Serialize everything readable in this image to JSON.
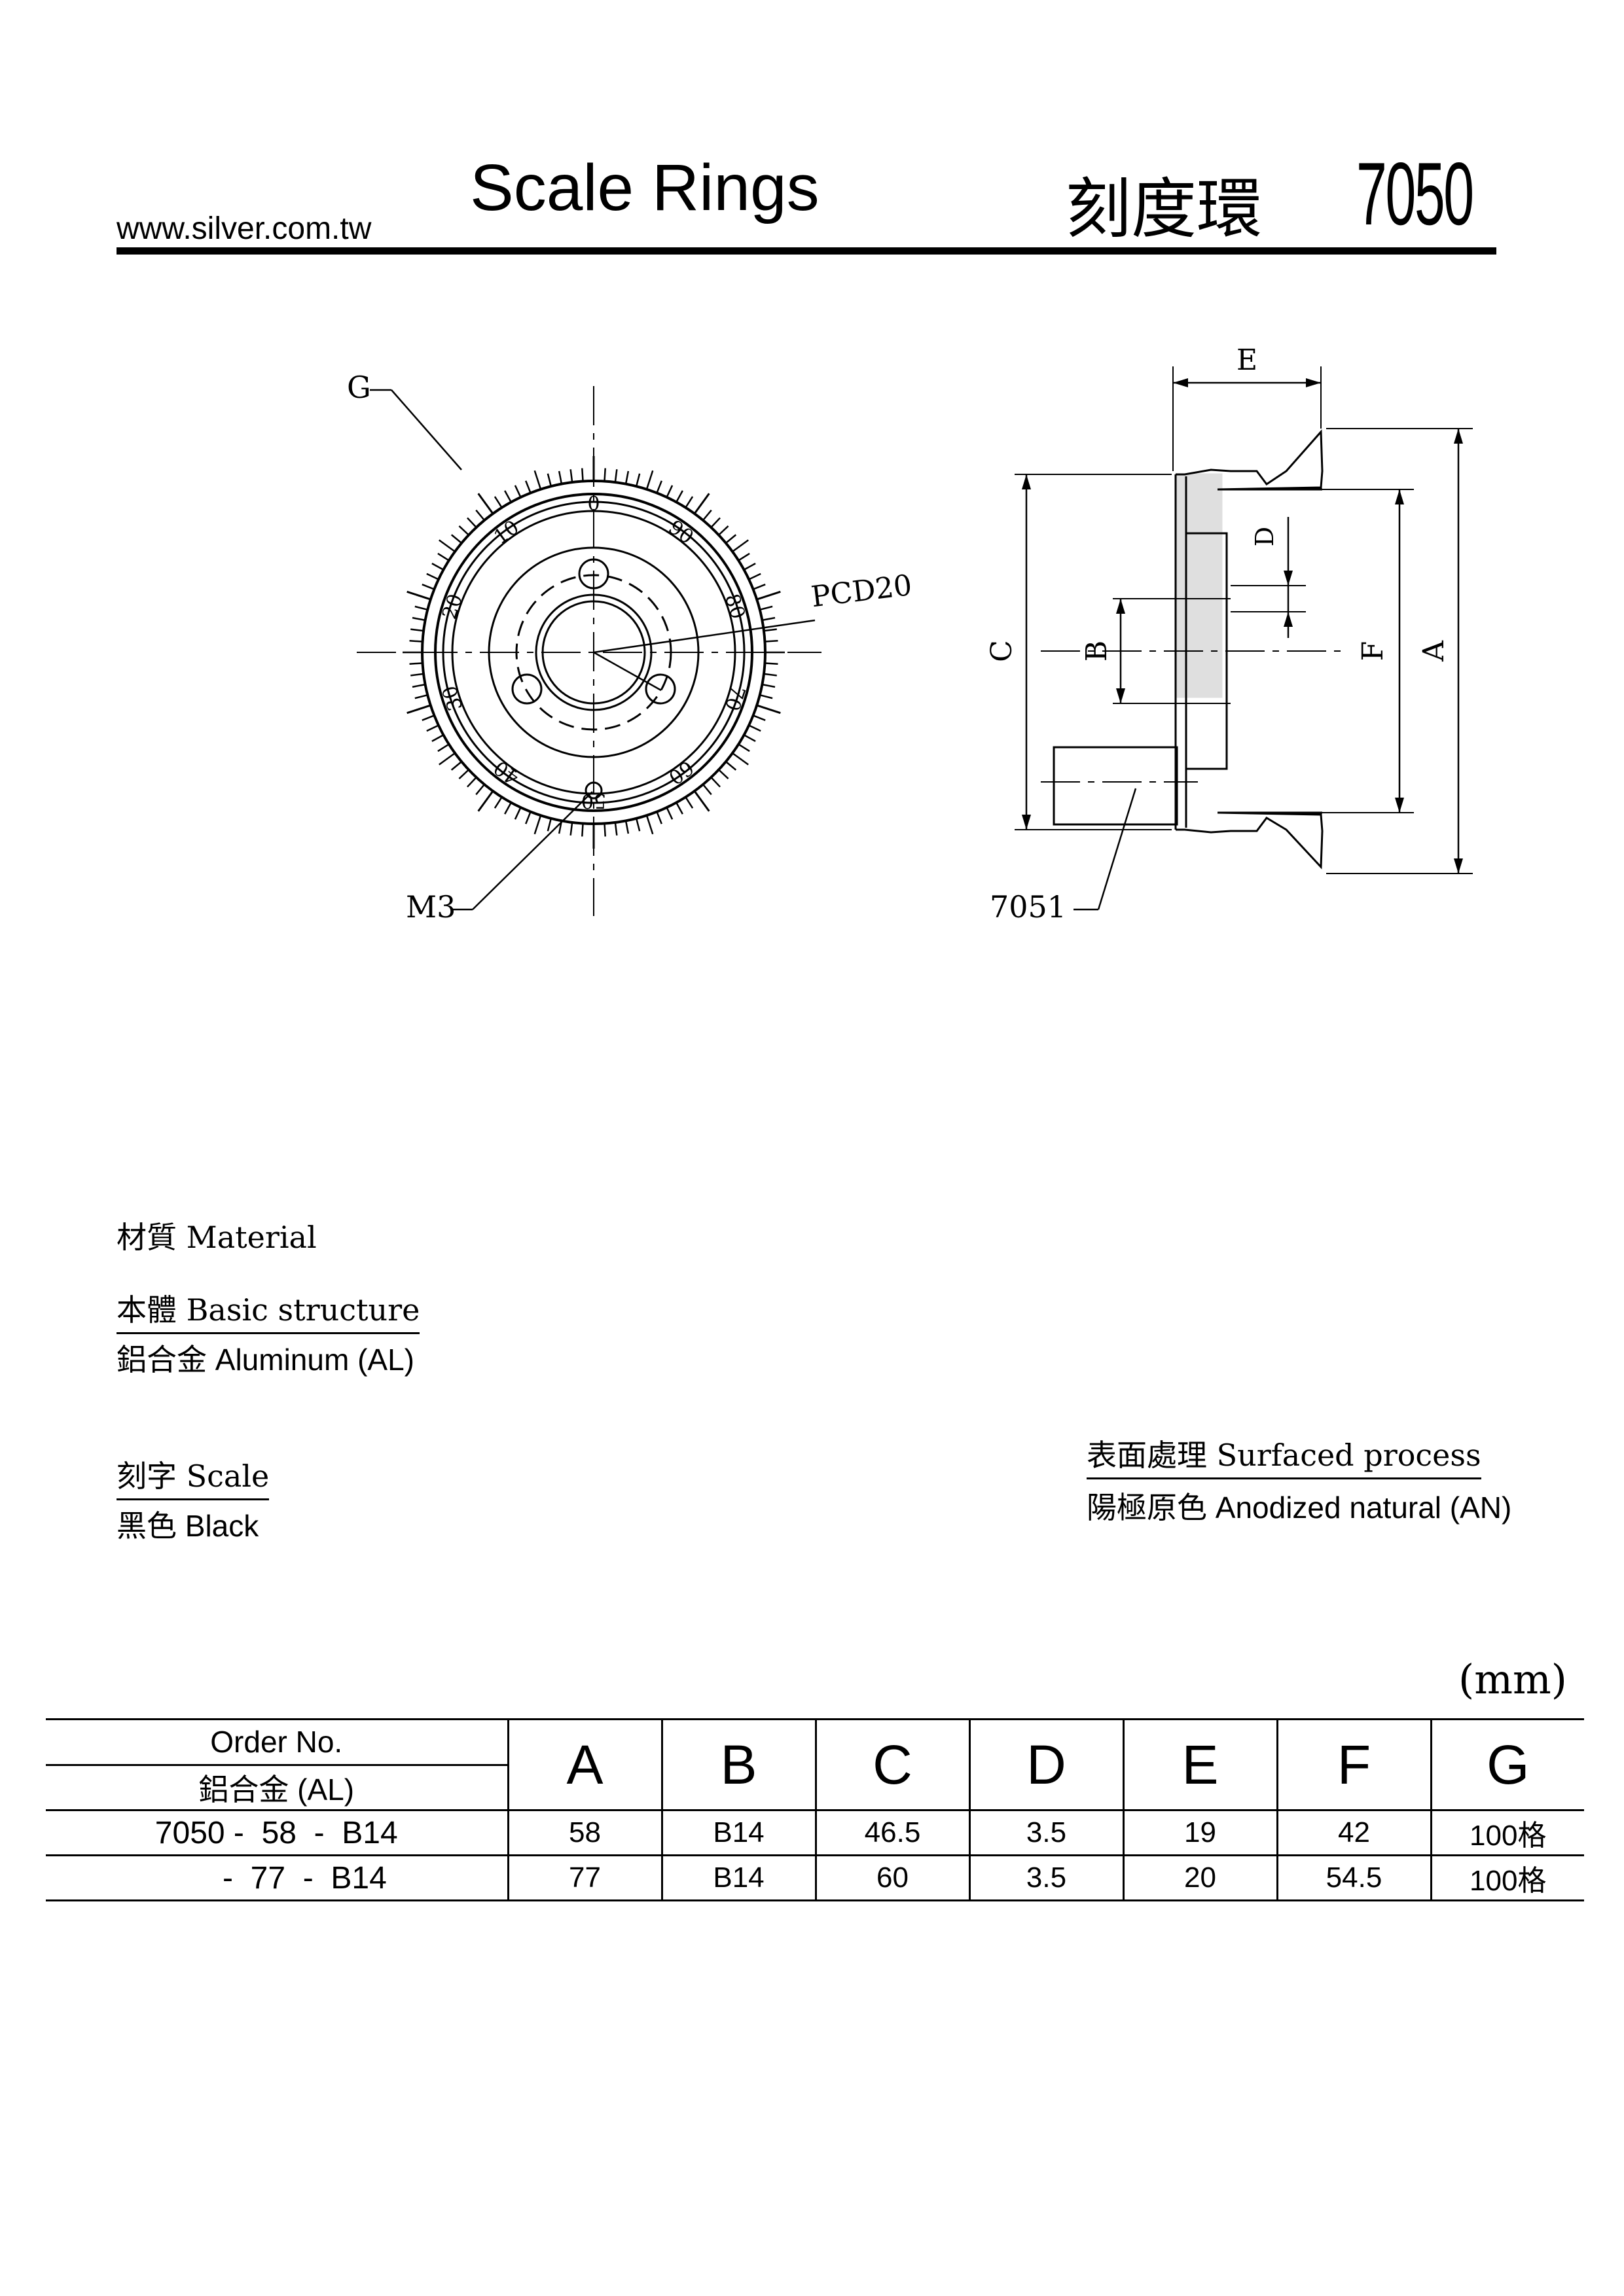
{
  "header": {
    "website": "www.silver.com.tw",
    "title_en": "Scale Rings",
    "title_zh": "刻度環",
    "model_no": "7050"
  },
  "drawing": {
    "front_view": {
      "scale_labels": [
        "0",
        "10",
        "20",
        "30",
        "40",
        "50",
        "60",
        "70",
        "80",
        "90"
      ],
      "callouts": {
        "g": "G",
        "pcd": "PCD20",
        "m3": "M3"
      }
    },
    "side_view": {
      "dim_labels": {
        "a": "A",
        "b": "B",
        "c": "C",
        "d": "D",
        "e": "E",
        "f": "F"
      },
      "part_callout": "7051"
    }
  },
  "material": {
    "heading": "材質 Material",
    "basic_structure": {
      "label": "本體 Basic structure",
      "value": "鋁合金 Aluminum (AL)"
    },
    "scale": {
      "label": "刻字 Scale",
      "value": "黑色 Black"
    },
    "surface": {
      "label": "表面處理 Surfaced process",
      "value": "陽極原色 Anodized natural (AN)"
    }
  },
  "table": {
    "unit": "(mm)",
    "order_header": "Order No.",
    "order_subheader": "鋁合金 (AL)",
    "columns": [
      "A",
      "B",
      "C",
      "D",
      "E",
      "F",
      "G"
    ],
    "rows": [
      {
        "order": "7050 -  58  -  B14",
        "values": [
          "58",
          "B14",
          "46.5",
          "3.5",
          "19",
          "42",
          "100格"
        ]
      },
      {
        "order": "-  77  -  B14",
        "values": [
          "77",
          "B14",
          "60",
          "3.5",
          "20",
          "54.5",
          "100格"
        ]
      }
    ]
  }
}
